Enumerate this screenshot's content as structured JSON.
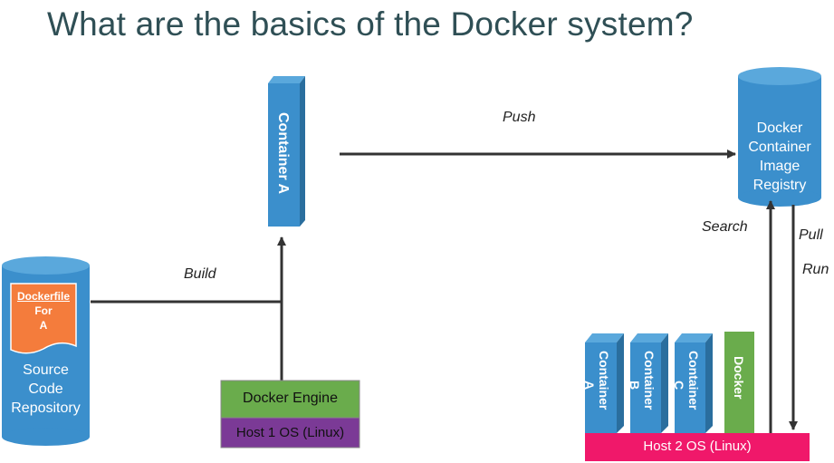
{
  "title": "What are the basics of the Docker system?",
  "labels": {
    "push": "Push",
    "build": "Build",
    "search": "Search",
    "pull": "Pull",
    "run": "Run"
  },
  "registry": {
    "line1": "Docker",
    "line2": "Container",
    "line3": "Image",
    "line4": "Registry"
  },
  "source_repo": {
    "line1": "Source",
    "line2": "Code",
    "line3": "Repository"
  },
  "dockerfile": {
    "line1": "Dockerfile",
    "line2": "For",
    "line3": "A"
  },
  "container_a_top": "Container A",
  "host1": {
    "engine": "Docker Engine",
    "os": "Host 1  OS (Linux)"
  },
  "host2": {
    "containers": [
      {
        "name": "Container",
        "letter": "A"
      },
      {
        "name": "Container",
        "letter": "B"
      },
      {
        "name": "Container",
        "letter": "C"
      }
    ],
    "docker": "Docker",
    "os": "Host 2 OS  (Linux)"
  },
  "colors": {
    "blue": "#3b8fcc",
    "blue_dark": "#2a6e9e",
    "orange": "#f47c3c",
    "green": "#6aac4c",
    "purple": "#7b3a96",
    "pink": "#f0186a",
    "title": "#2f4f55"
  }
}
